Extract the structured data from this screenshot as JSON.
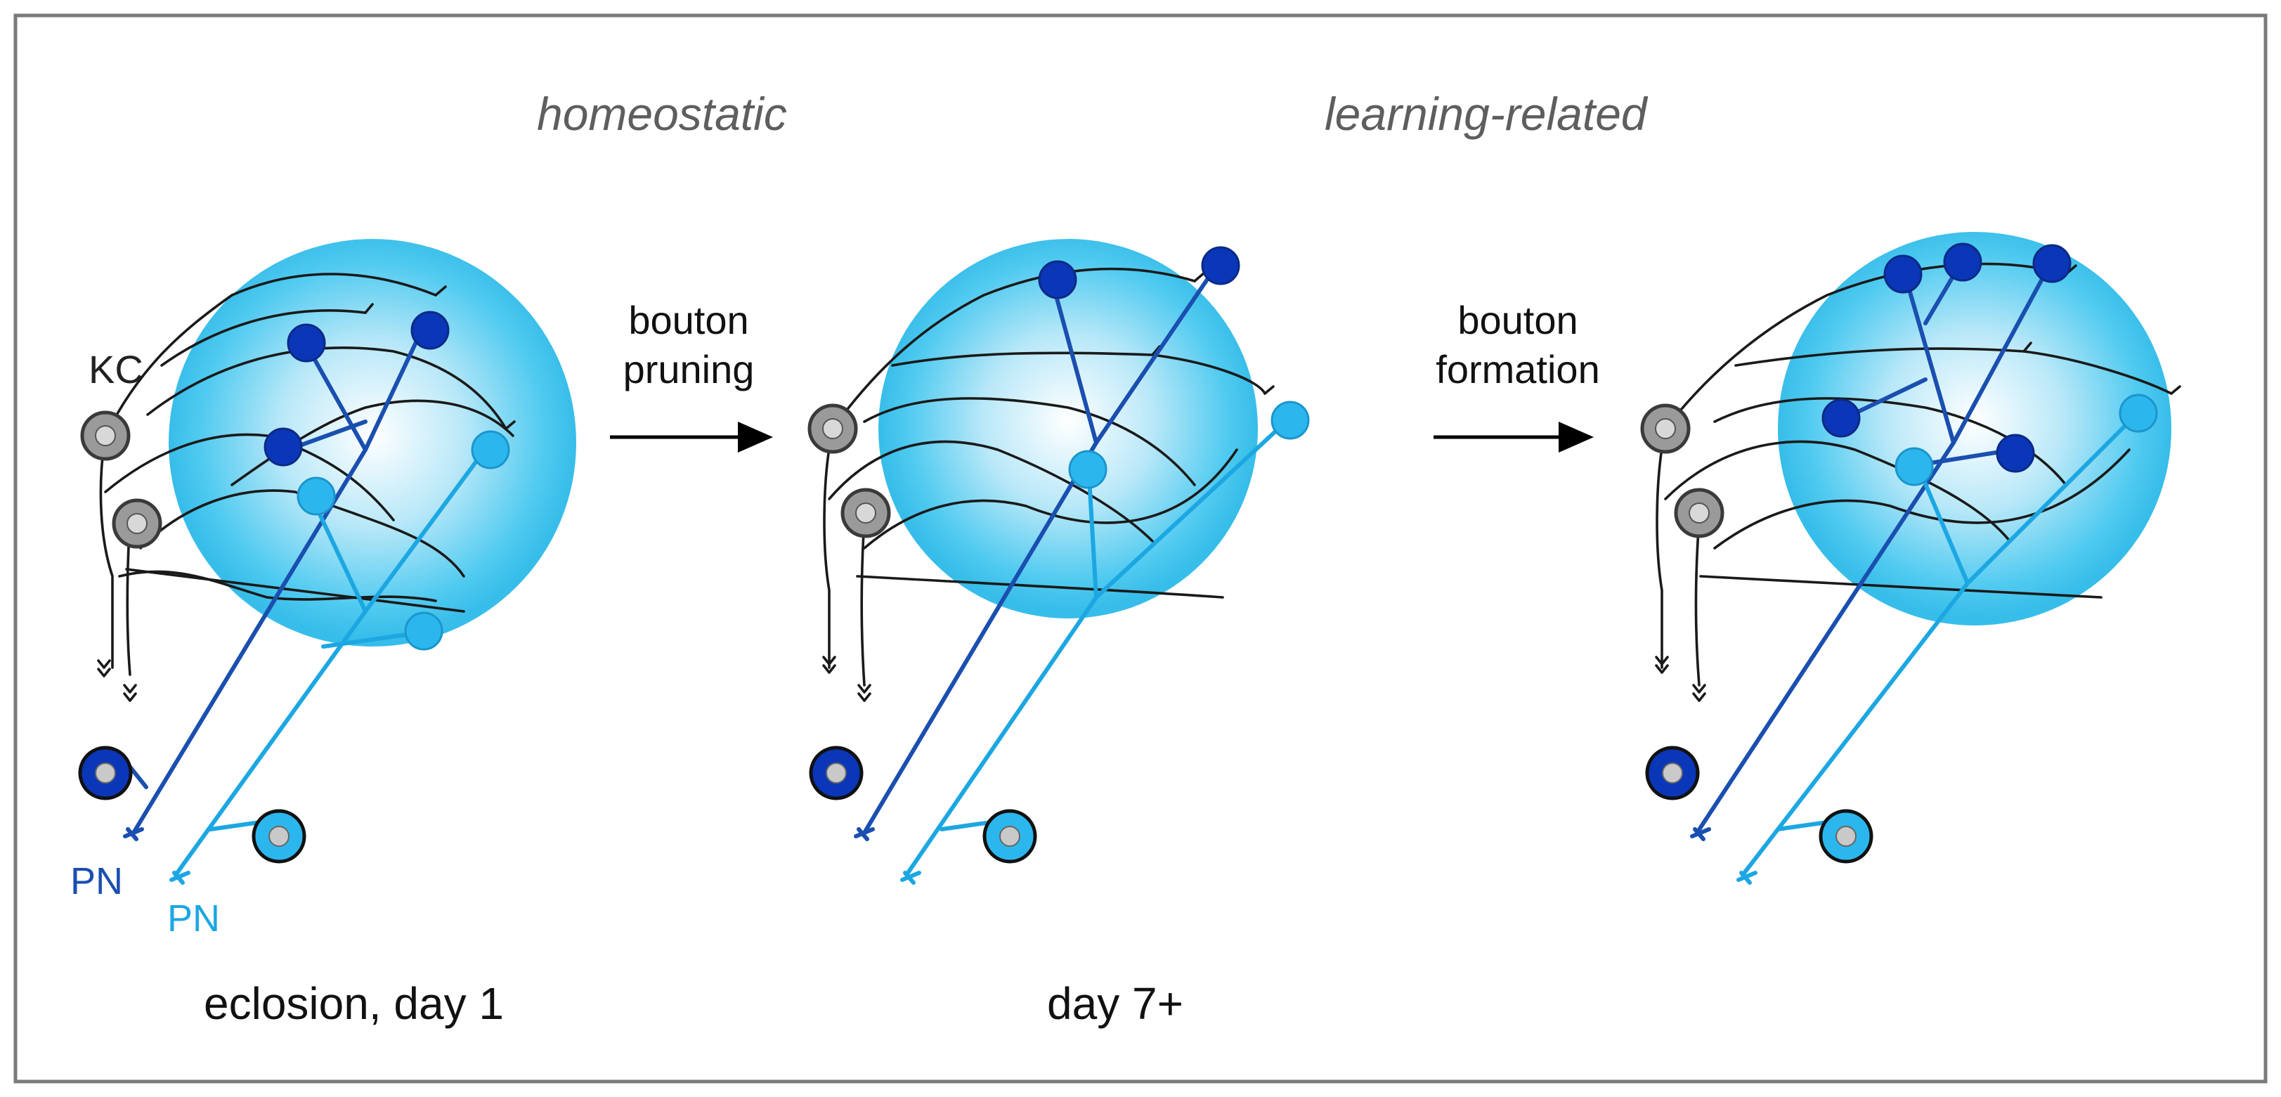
{
  "labels": {
    "homeostatic": "homeostatic",
    "learning_related": "learning-related",
    "kc": "KC",
    "pn_dark": "PN",
    "pn_light": "PN",
    "stage1": "eclosion, day 1",
    "stage2": "day 7+"
  },
  "arrows": [
    {
      "line1": "bouton",
      "line2": "pruning"
    },
    {
      "line1": "bouton",
      "line2": "formation"
    }
  ],
  "colors": {
    "pn_dark": "#1a4fb0",
    "pn_light": "#1ca7e2",
    "calyx": "#36c2ee",
    "kc": "#9a9a9a"
  },
  "panels": [
    {
      "stage": "eclosion, day 1",
      "dark_boutons": 3,
      "light_boutons": 3
    },
    {
      "stage": "day 7+",
      "dark_boutons": 2,
      "light_boutons": 2
    },
    {
      "stage": "",
      "dark_boutons": 5,
      "light_boutons": 2
    }
  ]
}
